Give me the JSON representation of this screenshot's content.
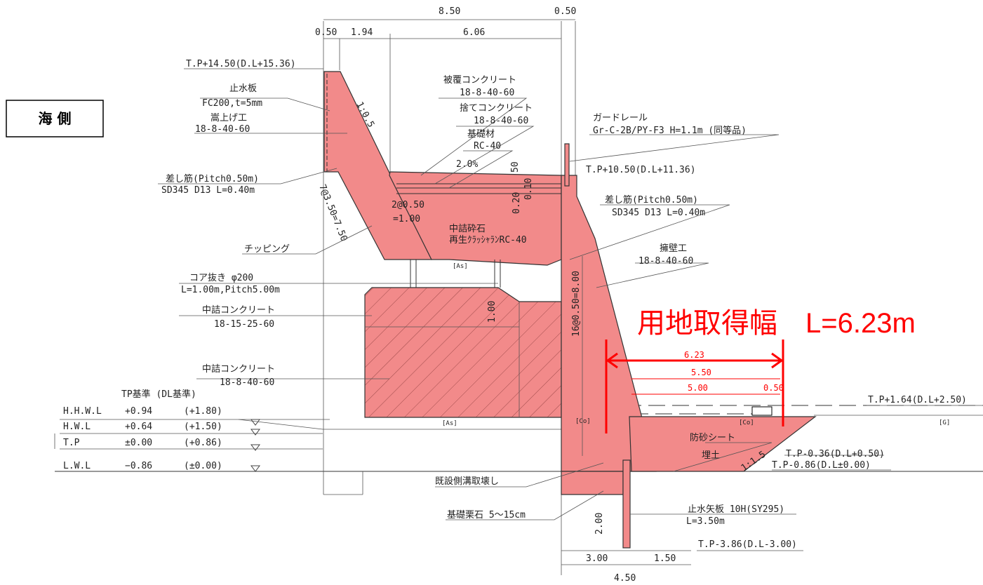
{
  "sea_side_label": "海 側",
  "dims": {
    "d850": "8.50",
    "d050a": "0.50",
    "d050b": "0.50",
    "d194": "1.94",
    "d606": "6.06",
    "d20pct": "2.0%",
    "d50": "50",
    "d10": "0.10",
    "d20": "0.20",
    "d2at": "2@0.50",
    "d2eq": "=1.00",
    "d100": "1.00",
    "d7at": "7@3.50=7.50",
    "d16at": "16@0.50=8.00",
    "d200": "2.00",
    "d300": "3.00",
    "d150": "1.50",
    "d450": "4.50",
    "ratio15": "1:1.5",
    "ratio05": "1:0.5"
  },
  "red_dims": {
    "r623": "6.23",
    "r550": "5.50",
    "r500": "5.00",
    "r050": "0.50"
  },
  "acquisition_label": "用地取得幅　L=6.23m",
  "labels": {
    "tp1450": "T.P+14.50(D.L+15.36)",
    "stop_plate_1": "止水板",
    "stop_plate_2": "FC200,t=5mm",
    "raise_1": "嵩上げ工",
    "raise_2": "18-8-40-60",
    "cover_1": "被覆コンクリート",
    "cover_2": "18-8-40-60",
    "waste_1": "捨てコンクリート",
    "waste_2": "18-8-40-60",
    "base_1": "基礎材",
    "base_2": "RC-40",
    "guard_1": "ガードレール",
    "guard_2": "Gr-C-2B/PY-F3 H=1.1m (同等品)",
    "tp1050": "T.P+10.50(D.L+11.36)",
    "dowel_l1": "差し筋(Pitch0.50m)",
    "dowel_l2": "SD345 D13 L=0.40m",
    "dowel_r1": "差し筋(Pitch0.50m)",
    "dowel_r2": "SD345 D13 L=0.40m",
    "fill_1": "中詰砕石",
    "fill_2": "再生ｸﾗｯｼｬﾗﾝRC-40",
    "chipping": "チッピング",
    "retaining_1": "擁壁工",
    "retaining_2": "18-8-40-60",
    "core_1": "コア抜き φ200",
    "core_2": "L=1.00m,Pitch5.00m",
    "infill1_1": "中詰コンクリート",
    "infill1_2": "18-15-25-60",
    "infill2_1": "中詰コンクリート",
    "infill2_2": "18-8-40-60",
    "tp_header": "TP基準 (DL基準)",
    "tp164": "T.P+1.64(D.L+2.50)",
    "sand_sheet": "防砂シート",
    "backfill": "埋土",
    "tpm036": "T.P-0.36(D.L+0.50)",
    "tpm086": "T.P-0.86(D.L±0.00)",
    "remove_ditch": "既設側溝取壊し",
    "foundation_stone": "基礎栗石 5～15cm",
    "sheet_pile_1": "止水矢板 10H(SY295)",
    "sheet_pile_2": "L=3.50m",
    "tpm386": "T.P-3.86(D.L-3.00)",
    "as1": "[As]",
    "as2": "[As]",
    "co": "[Co]",
    "g": "[G]"
  },
  "tide_table": [
    {
      "name": "H.H.W.L",
      "tp": "+0.94",
      "dl": "(+1.80)"
    },
    {
      "name": "H.W.L",
      "tp": "+0.64",
      "dl": "(+1.50)"
    },
    {
      "name": "T.P",
      "tp": "±0.00",
      "dl": "(+0.86)"
    },
    {
      "name": "L.W.L",
      "tp": "−0.86",
      "dl": "(±0.00)"
    }
  ]
}
